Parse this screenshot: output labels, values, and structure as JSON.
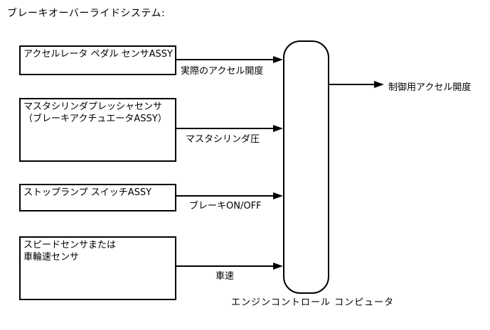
{
  "title": "ブレーキオーバーライドシステム:",
  "sources": [
    {
      "line1": "アクセルレータ ペダル センサASSY",
      "signal": "実際のアクセル開度"
    },
    {
      "line1": "マスタシリンダプレッシャセンサ",
      "line2": "（ブレーキアクチュエータASSY）",
      "signal": "マスタシリンダ圧"
    },
    {
      "line1": "ストップランプ スイッチASSY",
      "signal": "ブレーキON/OFF"
    },
    {
      "line1": "スピードセンサまたは",
      "line2": "車輪速センサ",
      "signal": "車速"
    }
  ],
  "controller": {
    "label": "エンジンコントロール コンピュータ"
  },
  "output": {
    "label": "制御用アクセル開度"
  },
  "colors": {
    "background": "#ffffff",
    "line": "#000000",
    "text": "#000000"
  }
}
